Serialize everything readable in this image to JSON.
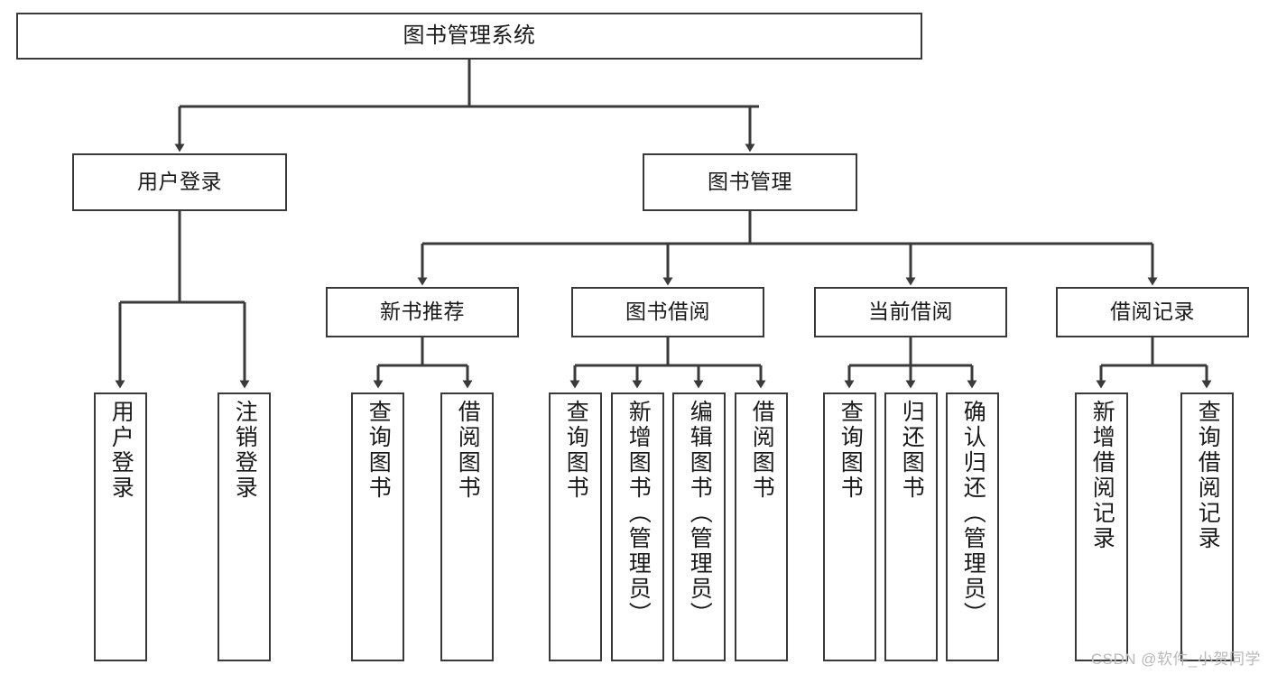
{
  "diagram": {
    "type": "tree-hierarchy",
    "title": "图书管理系统",
    "watermark": "CSDN @软件_小贺同学",
    "colors": {
      "stroke": "#3a3a3a",
      "fill": "#ffffff",
      "text": "#1a1a1a",
      "watermark": "#b9b9b9"
    },
    "nodes": {
      "root": {
        "label": "图书管理系统"
      },
      "level1": [
        {
          "id": "user-login",
          "label": "用户登录"
        },
        {
          "id": "book-manage",
          "label": "图书管理"
        }
      ],
      "level2": [
        {
          "id": "new-book-rec",
          "label": "新书推荐"
        },
        {
          "id": "book-borrow",
          "label": "图书借阅"
        },
        {
          "id": "current-borrow",
          "label": "当前借阅"
        },
        {
          "id": "borrow-record",
          "label": "借阅记录"
        }
      ],
      "leaves": [
        {
          "id": "leaf-user-login",
          "parent": "user-login",
          "label": "用户登录"
        },
        {
          "id": "leaf-logout",
          "parent": "user-login",
          "label": "注销登录"
        },
        {
          "id": "leaf-query-book-1",
          "parent": "new-book-rec",
          "label": "查询图书"
        },
        {
          "id": "leaf-borrow-book-1",
          "parent": "new-book-rec",
          "label": "借阅图书"
        },
        {
          "id": "leaf-query-book-2",
          "parent": "book-borrow",
          "label": "查询图书"
        },
        {
          "id": "leaf-add-book",
          "parent": "book-borrow",
          "label": "新增图书（管理员）"
        },
        {
          "id": "leaf-edit-book",
          "parent": "book-borrow",
          "label": "编辑图书（管理员）"
        },
        {
          "id": "leaf-borrow-book-2",
          "parent": "book-borrow",
          "label": "借阅图书"
        },
        {
          "id": "leaf-query-book-3",
          "parent": "current-borrow",
          "label": "查询图书"
        },
        {
          "id": "leaf-return-book",
          "parent": "current-borrow",
          "label": "归还图书"
        },
        {
          "id": "leaf-confirm-return",
          "parent": "current-borrow",
          "label": "确认归还（管理员）"
        },
        {
          "id": "leaf-add-record",
          "parent": "borrow-record",
          "label": "新增借阅记录"
        },
        {
          "id": "leaf-query-record",
          "parent": "borrow-record",
          "label": "查询借阅记录"
        }
      ]
    }
  }
}
